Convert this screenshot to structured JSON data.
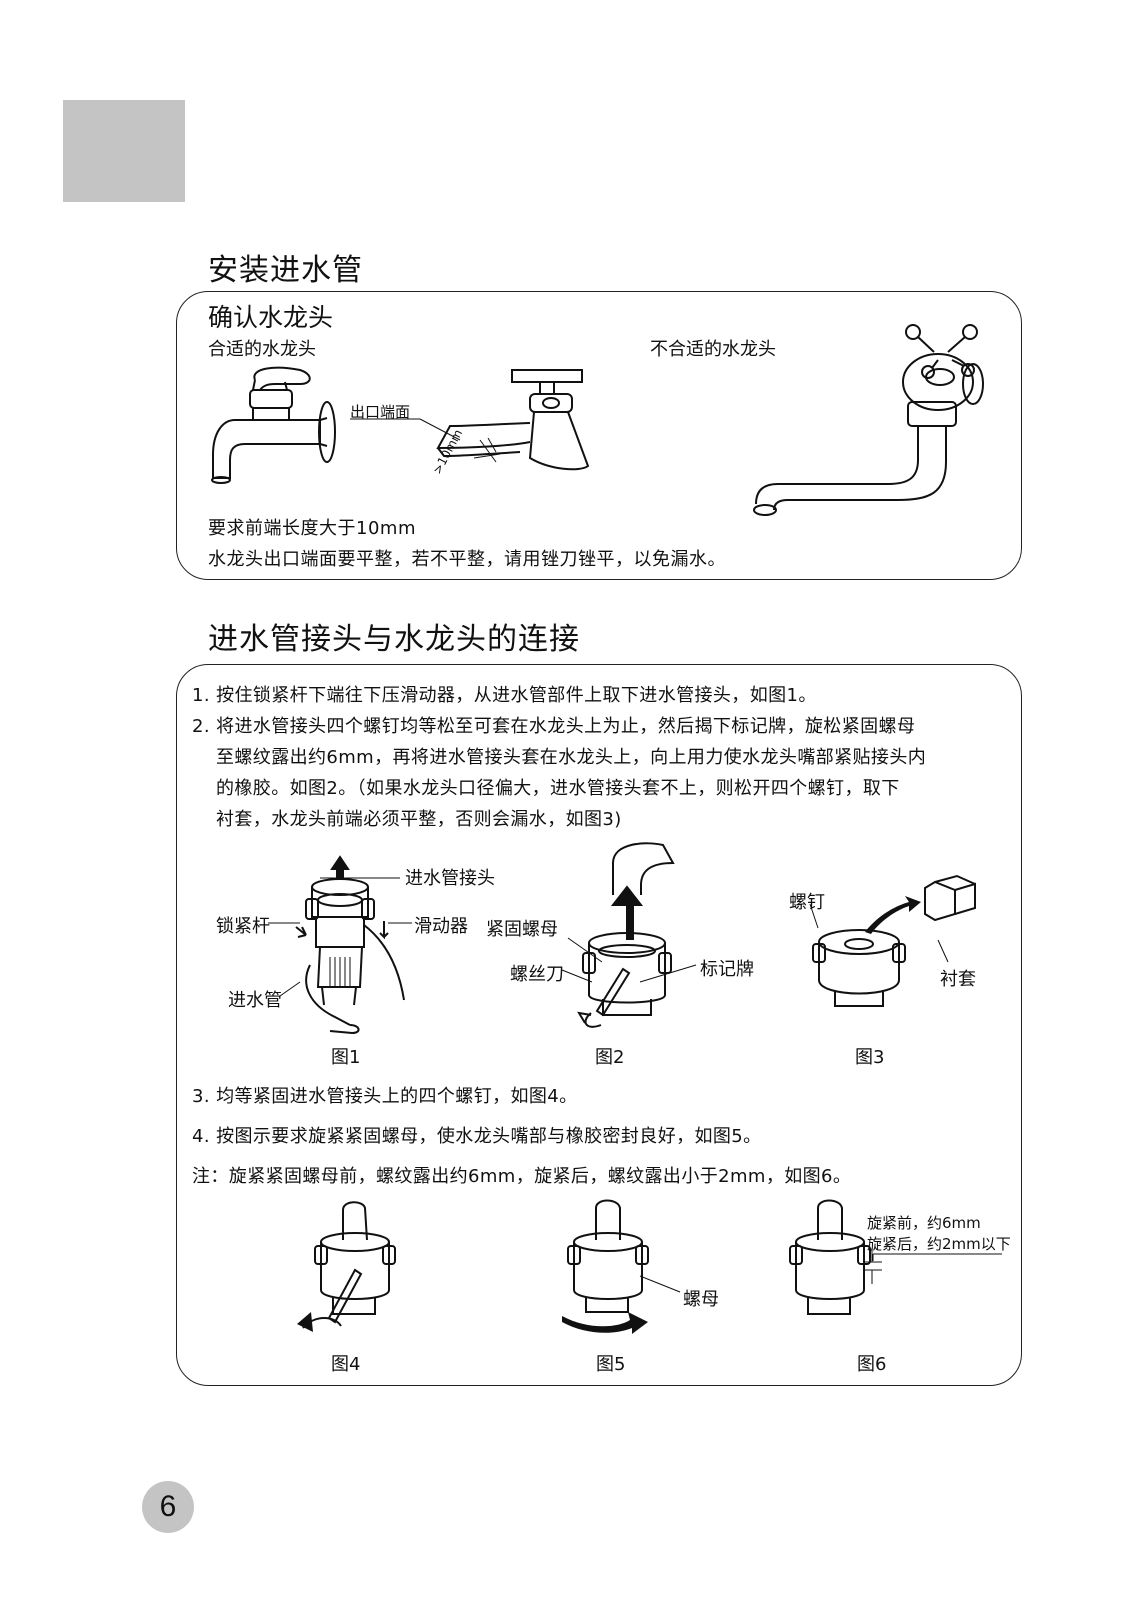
{
  "section1": {
    "title": "安装进水管",
    "subtitle": "确认水龙头",
    "suitable_label": "合适的水龙头",
    "unsuitable_label": "不合适的水龙头",
    "outlet_label": "出口端面",
    "dim_label": ">10mm",
    "req_line1": "要求前端长度大于10mm",
    "req_line2": "水龙头出口端面要平整，若不平整，请用锉刀锉平，以免漏水。"
  },
  "section2": {
    "title": "进水管接头与水龙头的连接",
    "steps": [
      "1. 按住锁紧杆下端往下压滑动器，从进水管部件上取下进水管接头，如图1。",
      "2. 将进水管接头四个螺钉均等松至可套在水龙头上为止，然后揭下标记牌，旋松紧固螺母",
      "至螺纹露出约6mm，再将进水管接头套在水龙头上，向上用力使水龙头嘴部紧贴接头内",
      "的橡胶。如图2。（如果水龙头口径偏大，进水管接头套不上，则松开四个螺钉，取下",
      "衬套，水龙头前端必须平整，否则会漏水，如图3)"
    ],
    "fig1": {
      "caption": "图1",
      "labels": {
        "connector": "进水管接头",
        "lock_lever": "锁紧杆",
        "slider": "滑动器",
        "inlet_hose": "进水管"
      }
    },
    "fig2": {
      "caption": "图2",
      "labels": {
        "nut": "紧固螺母",
        "screwdriver": "螺丝刀",
        "tag": "标记牌"
      }
    },
    "fig3": {
      "caption": "图3",
      "labels": {
        "screw": "螺钉",
        "bushing": "衬套"
      }
    },
    "steps2": [
      "3. 均等紧固进水管接头上的四个螺钉，如图4。",
      "4. 按图示要求旋紧紧固螺母，使水龙头嘴部与橡胶密封良好，如图5。",
      "注：旋紧紧固螺母前，螺纹露出约6mm，旋紧后，螺纹露出小于2mm，如图6。"
    ],
    "fig4": {
      "caption": "图4"
    },
    "fig5": {
      "caption": "图5",
      "labels": {
        "nut": "螺母"
      }
    },
    "fig6": {
      "caption": "图6",
      "labels": {
        "before": "旋紧前，约6mm",
        "after": "旋紧后，约2mm以下"
      }
    }
  },
  "page_number": "6"
}
